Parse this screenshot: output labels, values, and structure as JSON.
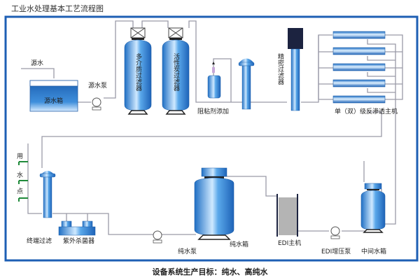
{
  "title": "工业水处理基本工艺流程图",
  "caption": "设备系统生产目标：纯水、高纯水",
  "colors": {
    "frame": "#1e5fb4",
    "vessel": "#2f86d6",
    "vessel_light": "#bfe2ff",
    "pipe": "#9a9aa8",
    "filter_cap": "#1c2340",
    "edi": "#b4b4b4",
    "tap": "#1f8a3a"
  },
  "labels": {
    "source_water": "源水",
    "source_tank": "源水箱",
    "source_pump": "源水泵",
    "multimedia_filter": "多介质过滤器",
    "carbon_filter": "活性炭过滤器",
    "antiscalant": "阻粘剂添加",
    "precision_filter": "精密过滤器",
    "ro_unit": "单（双）级反渗透主机",
    "use_points": [
      "用",
      "水",
      "点"
    ],
    "terminal_filter": "终端过滤",
    "uv_sterilizer": "紫外杀菌器",
    "pure_pump": "纯水泵",
    "pure_tank": "纯水箱",
    "edi_unit": "EDI主机",
    "edi_pump": "EDI增压泵",
    "intermediate_tank": "中间水箱"
  }
}
